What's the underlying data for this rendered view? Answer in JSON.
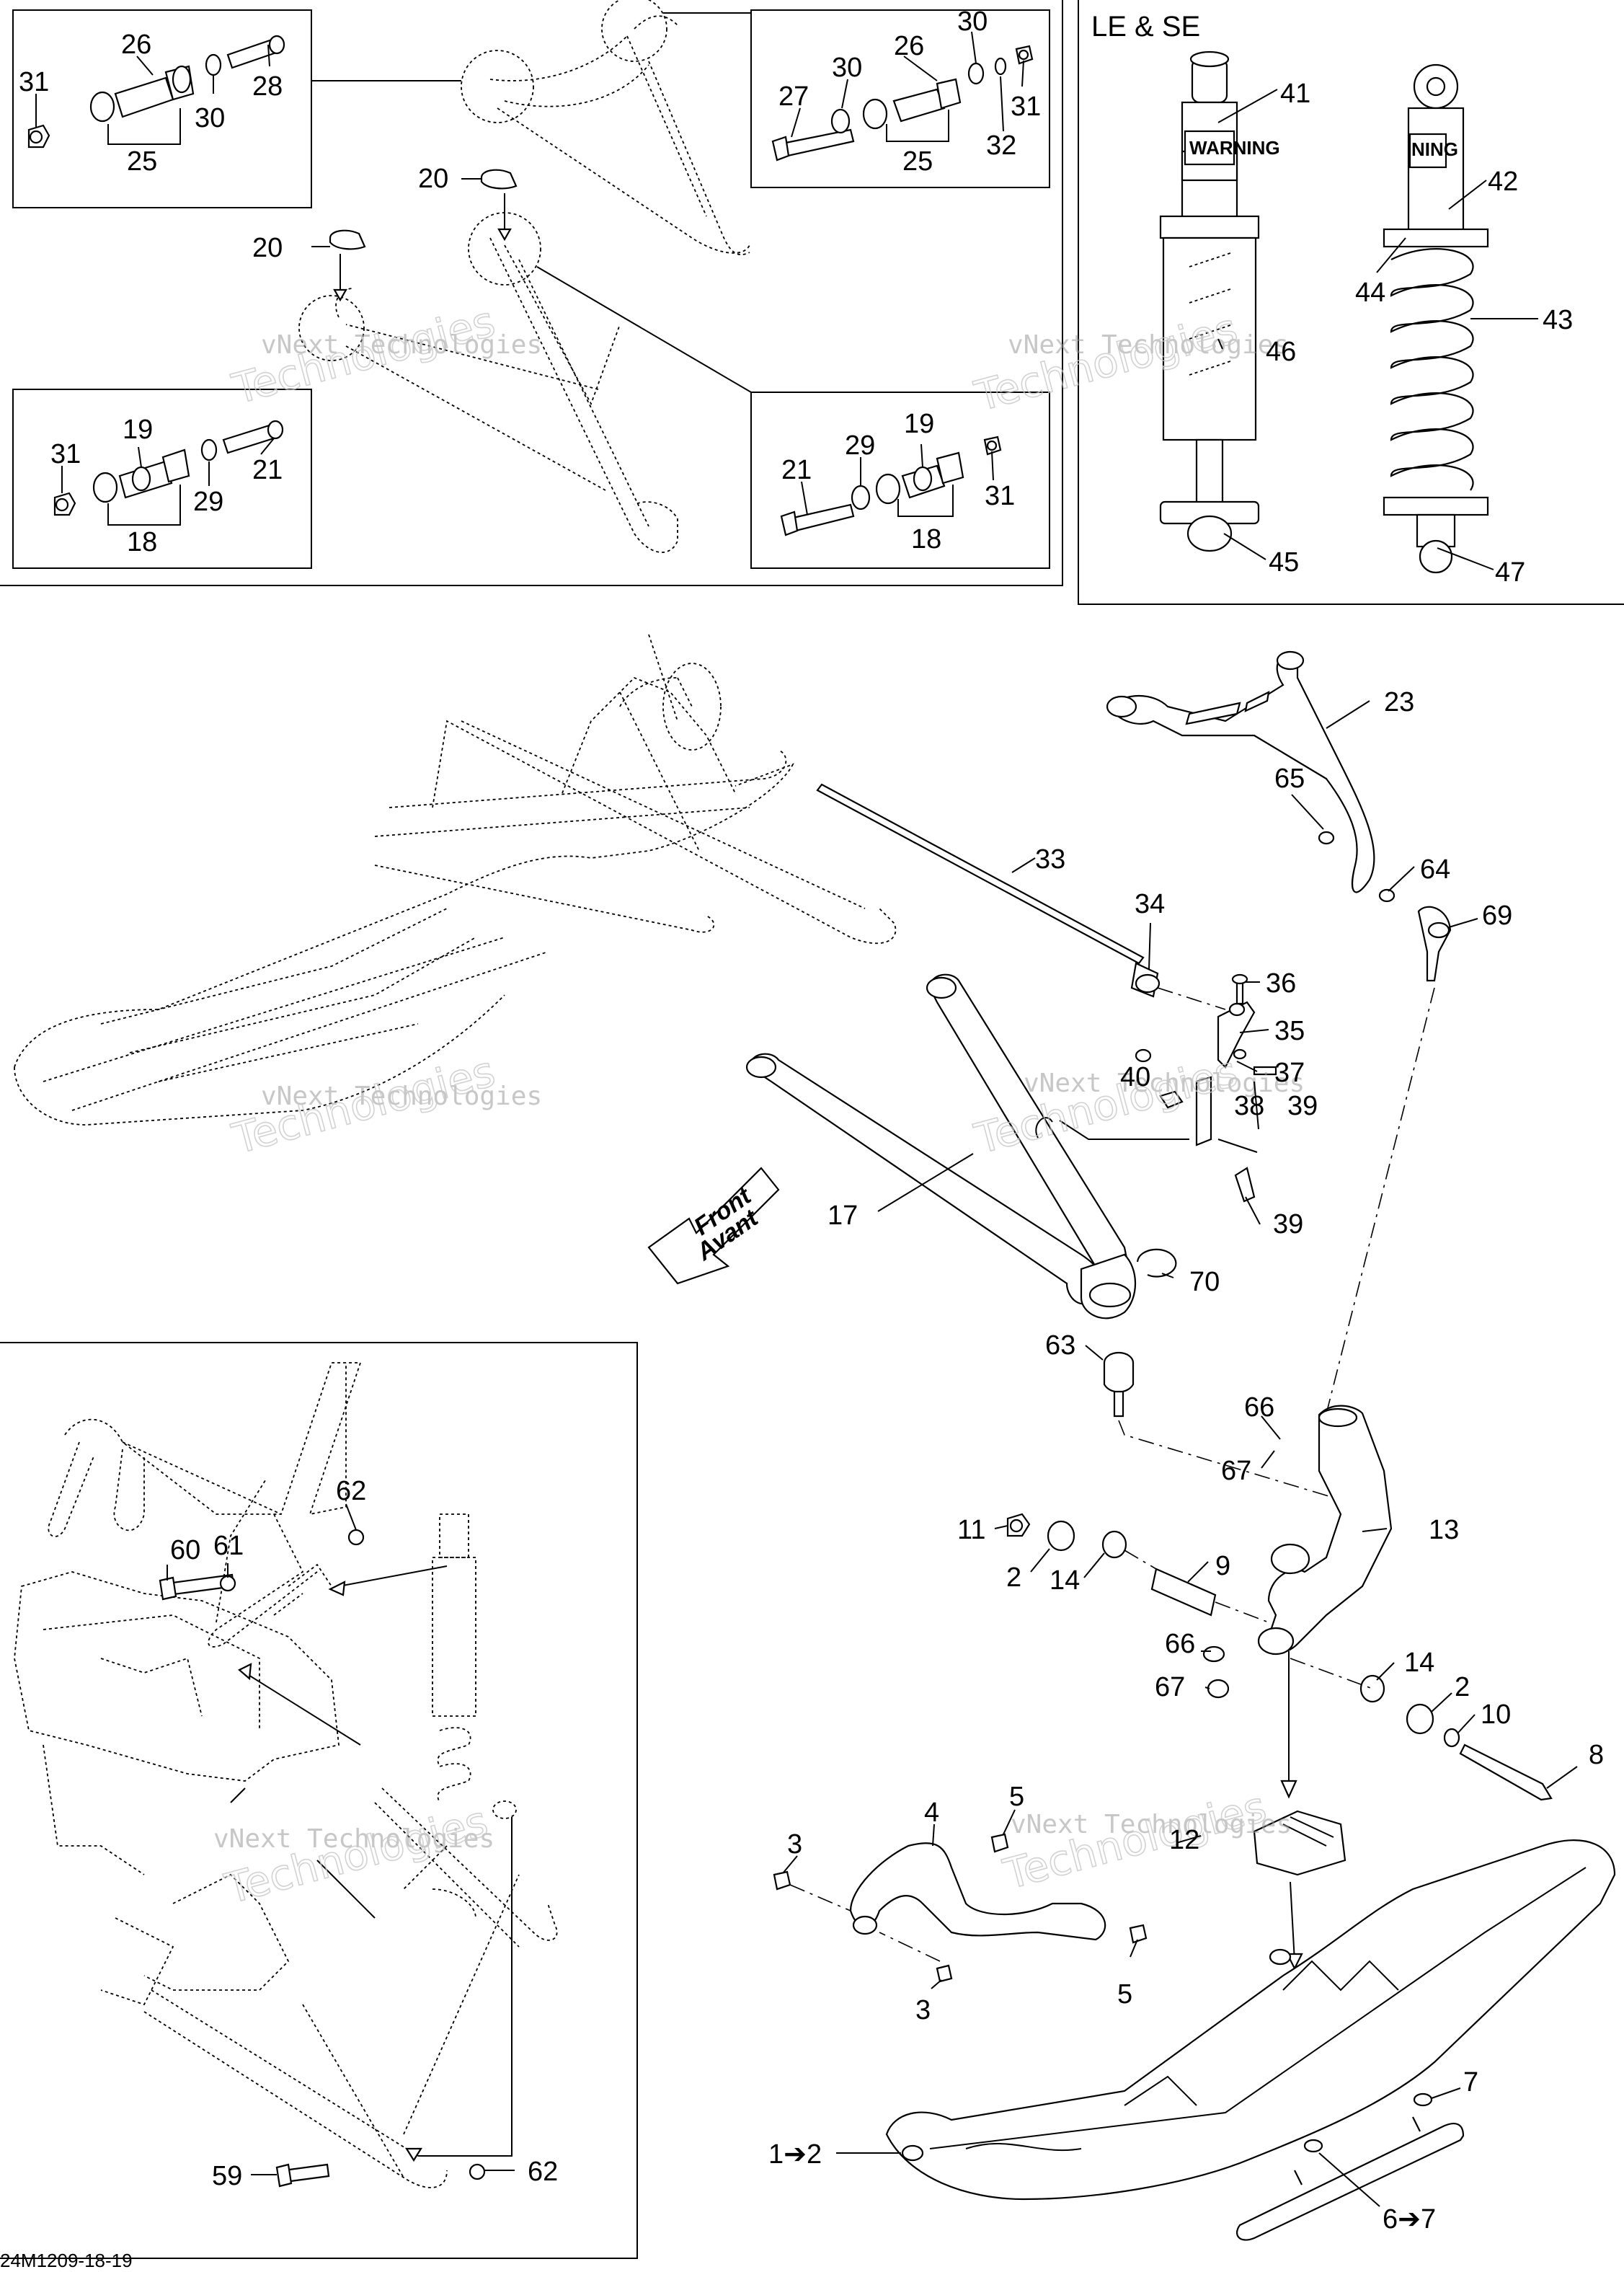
{
  "header": {
    "variant_label": "LE & SE"
  },
  "footer": {
    "drawing_ref": "24M1209-18-19"
  },
  "arrow": {
    "line1": "Front",
    "line2": "Avant"
  },
  "decal": {
    "warning": "WARNING",
    "warning_partial": "NING"
  },
  "watermark": {
    "line1": "vNext Technologies",
    "line2": "Technologies",
    "mark": "vNext"
  },
  "callouts": [
    {
      "id": "c31a",
      "label": "31"
    },
    {
      "id": "c26a",
      "label": "26"
    },
    {
      "id": "c28",
      "label": "28"
    },
    {
      "id": "c30a",
      "label": "30"
    },
    {
      "id": "c25a",
      "label": "25"
    },
    {
      "id": "c20a",
      "label": "20"
    },
    {
      "id": "c20b",
      "label": "20"
    },
    {
      "id": "c30b",
      "label": "30"
    },
    {
      "id": "c26b",
      "label": "26"
    },
    {
      "id": "c30c",
      "label": "30"
    },
    {
      "id": "c27",
      "label": "27"
    },
    {
      "id": "c31b",
      "label": "31"
    },
    {
      "id": "c32",
      "label": "32"
    },
    {
      "id": "c25b",
      "label": "25"
    },
    {
      "id": "c31c",
      "label": "31"
    },
    {
      "id": "c19a",
      "label": "19"
    },
    {
      "id": "c21a",
      "label": "21"
    },
    {
      "id": "c29a",
      "label": "29"
    },
    {
      "id": "c18a",
      "label": "18"
    },
    {
      "id": "c21b",
      "label": "21"
    },
    {
      "id": "c29b",
      "label": "29"
    },
    {
      "id": "c19b",
      "label": "19"
    },
    {
      "id": "c31d",
      "label": "31"
    },
    {
      "id": "c18b",
      "label": "18"
    },
    {
      "id": "c41",
      "label": "41"
    },
    {
      "id": "c42",
      "label": "42"
    },
    {
      "id": "c44",
      "label": "44"
    },
    {
      "id": "c43",
      "label": "43"
    },
    {
      "id": "c46",
      "label": "46"
    },
    {
      "id": "c45",
      "label": "45"
    },
    {
      "id": "c47",
      "label": "47"
    },
    {
      "id": "c23",
      "label": "23"
    },
    {
      "id": "c65",
      "label": "65"
    },
    {
      "id": "c64",
      "label": "64"
    },
    {
      "id": "c69",
      "label": "69"
    },
    {
      "id": "c33",
      "label": "33"
    },
    {
      "id": "c34",
      "label": "34"
    },
    {
      "id": "c36",
      "label": "36"
    },
    {
      "id": "c35",
      "label": "35"
    },
    {
      "id": "c40",
      "label": "40"
    },
    {
      "id": "c37",
      "label": "37"
    },
    {
      "id": "c39a",
      "label": "39"
    },
    {
      "id": "c38",
      "label": "38"
    },
    {
      "id": "c39b",
      "label": "39"
    },
    {
      "id": "c17",
      "label": "17"
    },
    {
      "id": "c70",
      "label": "70"
    },
    {
      "id": "c63",
      "label": "63"
    },
    {
      "id": "c66a",
      "label": "66"
    },
    {
      "id": "c67a",
      "label": "67"
    },
    {
      "id": "c13",
      "label": "13"
    },
    {
      "id": "c11",
      "label": "11"
    },
    {
      "id": "c2a",
      "label": "2"
    },
    {
      "id": "c9",
      "label": "9"
    },
    {
      "id": "c14a",
      "label": "14"
    },
    {
      "id": "c66b",
      "label": "66"
    },
    {
      "id": "c67b",
      "label": "67"
    },
    {
      "id": "c14b",
      "label": "14"
    },
    {
      "id": "c2b",
      "label": "2"
    },
    {
      "id": "c10",
      "label": "10"
    },
    {
      "id": "c8",
      "label": "8"
    },
    {
      "id": "c4",
      "label": "4"
    },
    {
      "id": "c5a",
      "label": "5"
    },
    {
      "id": "c12",
      "label": "12"
    },
    {
      "id": "c3a",
      "label": "3"
    },
    {
      "id": "c3b",
      "label": "3"
    },
    {
      "id": "c5b",
      "label": "5"
    },
    {
      "id": "c7",
      "label": "7"
    },
    {
      "id": "c1_2",
      "label": "1➔2"
    },
    {
      "id": "c6_7",
      "label": "6➔7"
    },
    {
      "id": "c62a",
      "label": "62"
    },
    {
      "id": "c60",
      "label": "60"
    },
    {
      "id": "c61",
      "label": "61"
    },
    {
      "id": "c59",
      "label": "59"
    },
    {
      "id": "c62b",
      "label": "62"
    }
  ]
}
